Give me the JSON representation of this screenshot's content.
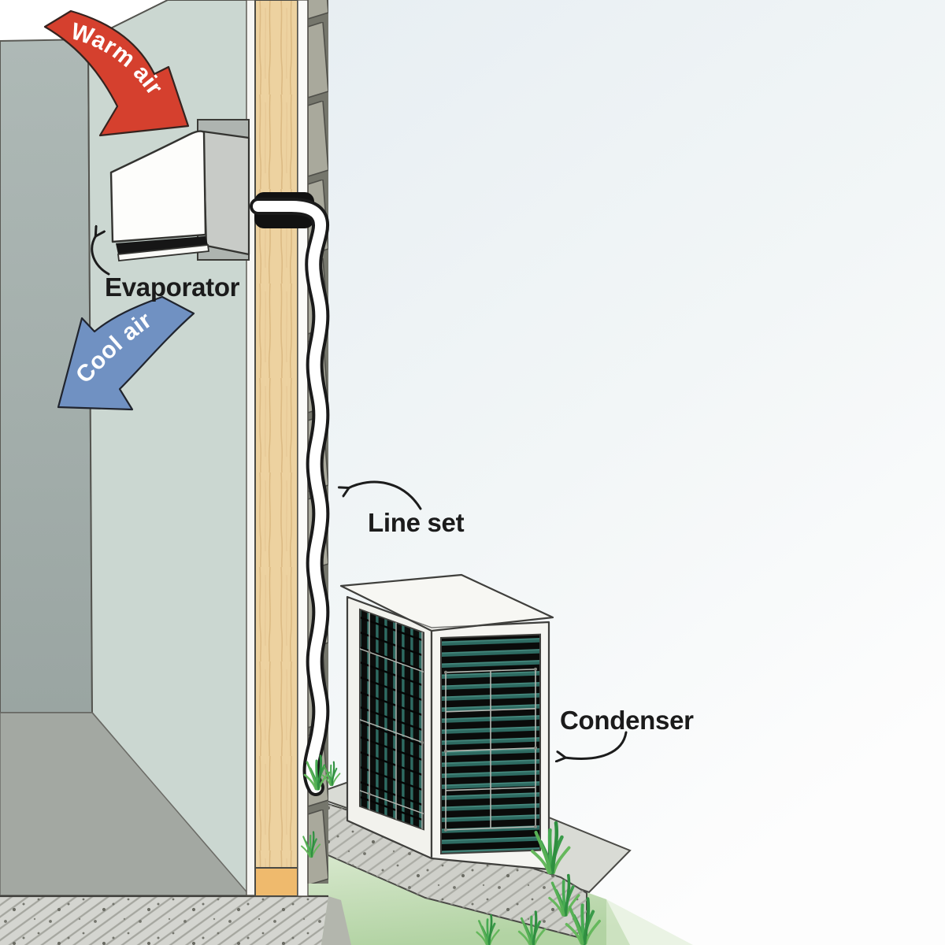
{
  "diagram": {
    "subject": "ductless-mini-split-system-cutaway",
    "labels": {
      "warm_air": "Warm air",
      "cool_air": "Cool air",
      "evaporator": "Evaporator",
      "line_set": "Line set",
      "condenser": "Condenser"
    },
    "colors": {
      "warm_arrow_red": "#d5402e",
      "cool_arrow_blue": "#7091c2",
      "arrow_text": "#ffffff",
      "label_text": "#1b1b1b",
      "interior_wall_green": "#cbd7d1",
      "side_wall_gray": "#a9b4b1",
      "floor_gray": "#a3a8a2",
      "concrete_gray": "#d4d5d0",
      "stud_wood_tan": "#edd2a0",
      "bottom_plate_orange": "#efba6d",
      "siding_gray": "#a9a99c",
      "sky_blue": "#e7eef2",
      "grass_green": "#47ab52",
      "coil_teal": "#2e6b62",
      "unit_white": "#f6f6f2"
    }
  }
}
